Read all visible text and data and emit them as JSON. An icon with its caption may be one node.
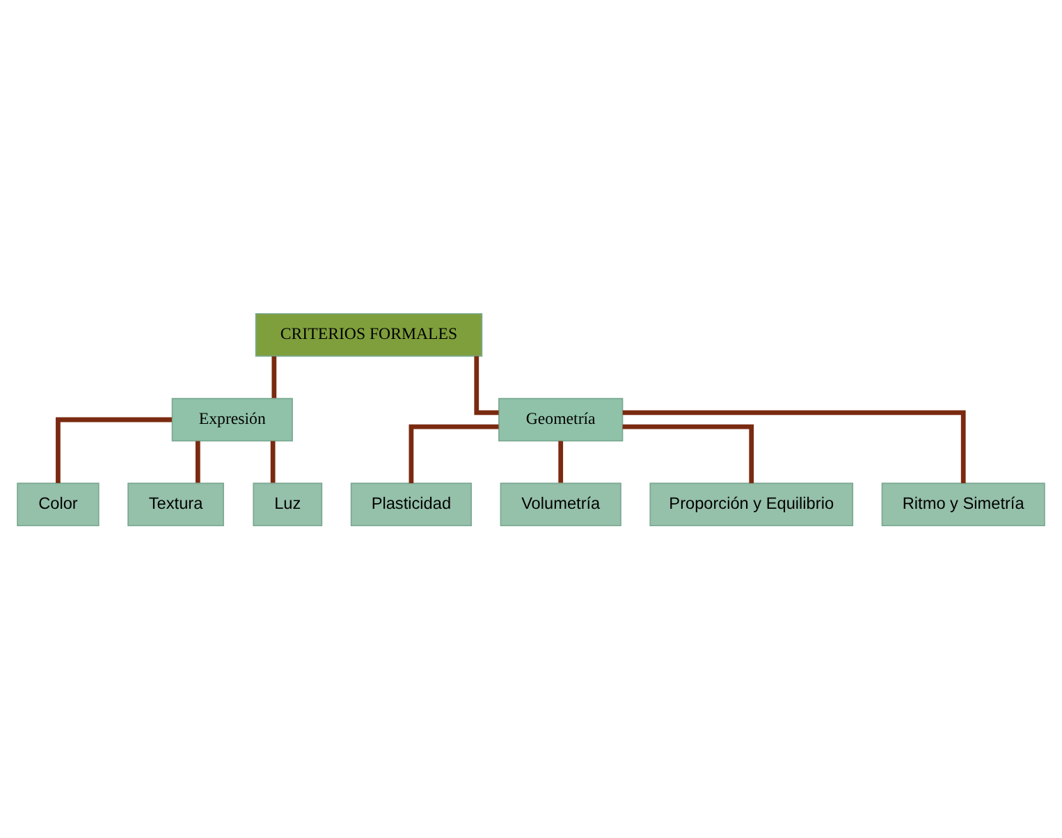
{
  "diagram": {
    "nodes": [
      {
        "text": [
          "CRITERIOS FORMALES"
        ]
      },
      {
        "text": [
          "Expresión"
        ]
      },
      {
        "text": [
          "Geometría"
        ]
      },
      {
        "text": [
          "Color"
        ]
      },
      {
        "text": [
          "Textura"
        ]
      },
      {
        "text": [
          "Luz"
        ]
      },
      {
        "text": [
          "Plasticidad"
        ]
      },
      {
        "text": [
          "Volumetría"
        ]
      },
      {
        "text": [
          "Proporción y Equilibrio"
        ]
      },
      {
        "text": [
          "Ritmo y Simetría"
        ]
      }
    ],
    "edges": [
      {
        "from": 0,
        "to": 1,
        "arrow": "none"
      },
      {
        "from": 0,
        "to": 2,
        "arrow": "none"
      },
      {
        "from": 1,
        "to": 3,
        "arrow": "none"
      },
      {
        "from": 1,
        "to": 4,
        "arrow": "none"
      },
      {
        "from": 1,
        "to": 5,
        "arrow": "none"
      },
      {
        "from": 2,
        "to": 6,
        "arrow": "none"
      },
      {
        "from": 2,
        "to": 7,
        "arrow": "none"
      },
      {
        "from": 2,
        "to": 8,
        "arrow": "none"
      },
      {
        "from": 2,
        "to": 9,
        "arrow": "none"
      }
    ]
  }
}
